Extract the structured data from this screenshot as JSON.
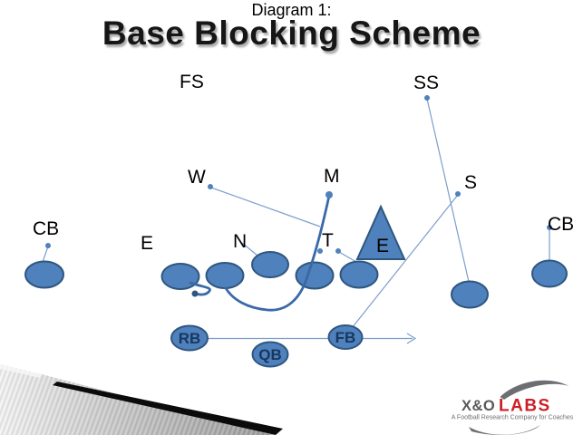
{
  "slide": {
    "eyebrow": "Diagram 1:",
    "title": "Base Blocking Scheme"
  },
  "positions": {
    "fs": "FS",
    "ss": "SS",
    "w": "W",
    "m": "M",
    "s": "S",
    "cb_left": "CB",
    "cb_right": "CB",
    "de_left": "E",
    "nose": "N",
    "dt": "T",
    "de_right": "E"
  },
  "backfield": {
    "rb": "RB",
    "qb": "QB",
    "fb": "FB"
  },
  "logo": {
    "brand_xo": "X&O",
    "brand_labs": "LABS",
    "tagline": "A Football Research Company for Coaches"
  },
  "colors": {
    "player_fill": "#4f81bd",
    "player_stroke": "#2e567f",
    "connector_line": "#7d9ecb",
    "route_line": "#3a69a8",
    "backfield_text": "#17375e",
    "label_text": "#000000",
    "logo_gray": "#6d6e71",
    "logo_red": "#cc2027",
    "title_shadow": "#a8a8a8"
  }
}
